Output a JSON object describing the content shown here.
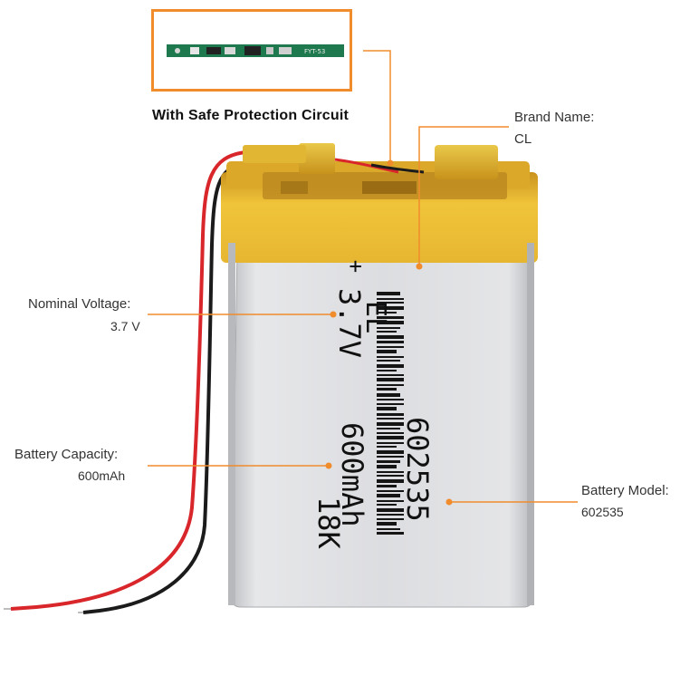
{
  "protection": {
    "caption": "With Safe Protection Circuit",
    "pcb_text": "FYT-53"
  },
  "callouts": {
    "brand": {
      "label": "Brand Name:",
      "value": "CL"
    },
    "voltage": {
      "label": "Nominal Voltage:",
      "value": "3.7 V"
    },
    "capacity": {
      "label": "Battery Capacity:",
      "value": "600mAh"
    },
    "model": {
      "label": "Battery Model:",
      "value": "602535"
    }
  },
  "cell_print": {
    "polarity": "+",
    "brand_mark": "EL",
    "voltage": "3.7V",
    "model": "602535",
    "capacity": "600mAh",
    "code": "18K"
  },
  "colors": {
    "accent": "#f08c2c",
    "tape": "#e8b62a",
    "cell": "#d9dadc",
    "wire_red": "#d8262b",
    "wire_black": "#1b1b1b",
    "pcb": "#1e7a4e"
  }
}
